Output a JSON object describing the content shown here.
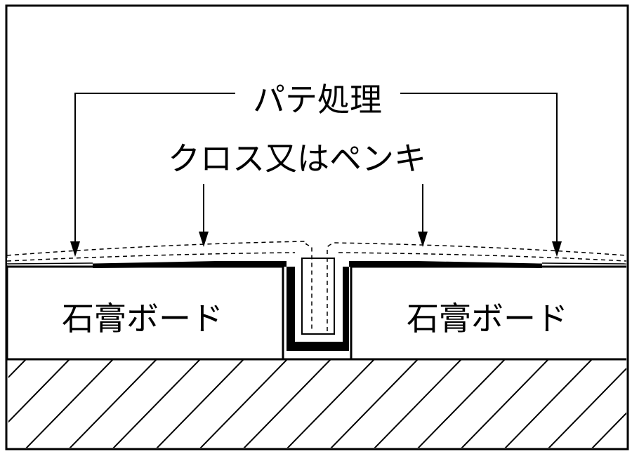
{
  "labels": {
    "putty": "パテ処理",
    "finish": "クロス又はペンキ",
    "board_left": "石膏ボード",
    "board_right": "石膏ボード"
  },
  "colors": {
    "ink": "#000000",
    "paper": "#ffffff"
  }
}
